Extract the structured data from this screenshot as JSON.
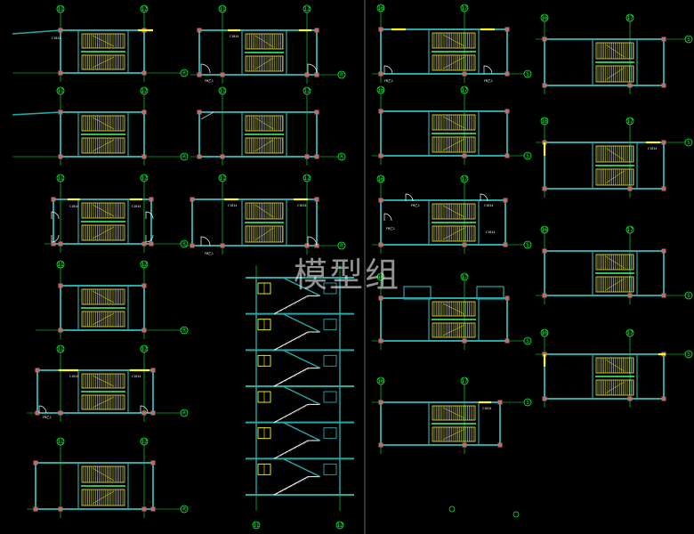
{
  "watermark": "模型组",
  "colors": {
    "background": "#000000",
    "wall": "#2aa8a8",
    "axis": "#00ff3c",
    "stair": "#e6e64a",
    "landing": "#3cff7a",
    "column": "#c06a6a",
    "door": "#ffffff",
    "highlight": "#ffff00"
  },
  "grid_labels": {
    "col_a": "11",
    "col_b": "12",
    "col_c": "16",
    "col_d": "17",
    "row_left": "R",
    "row_right": "S"
  },
  "tags": {
    "door_tag": "FM乙1",
    "room_tag": "C1814"
  },
  "plans": {
    "left_column": [
      "plan-1",
      "plan-2",
      "plan-3",
      "plan-4",
      "plan-5",
      "plan-6"
    ],
    "middle_column": [
      "plan-7",
      "plan-8",
      "plan-9"
    ],
    "right_a_column": [
      "plan-10",
      "plan-11",
      "plan-12",
      "plan-13",
      "plan-14"
    ],
    "right_b_column": [
      "plan-15",
      "plan-16",
      "plan-17",
      "plan-18"
    ]
  },
  "section": {
    "floors": 6
  }
}
